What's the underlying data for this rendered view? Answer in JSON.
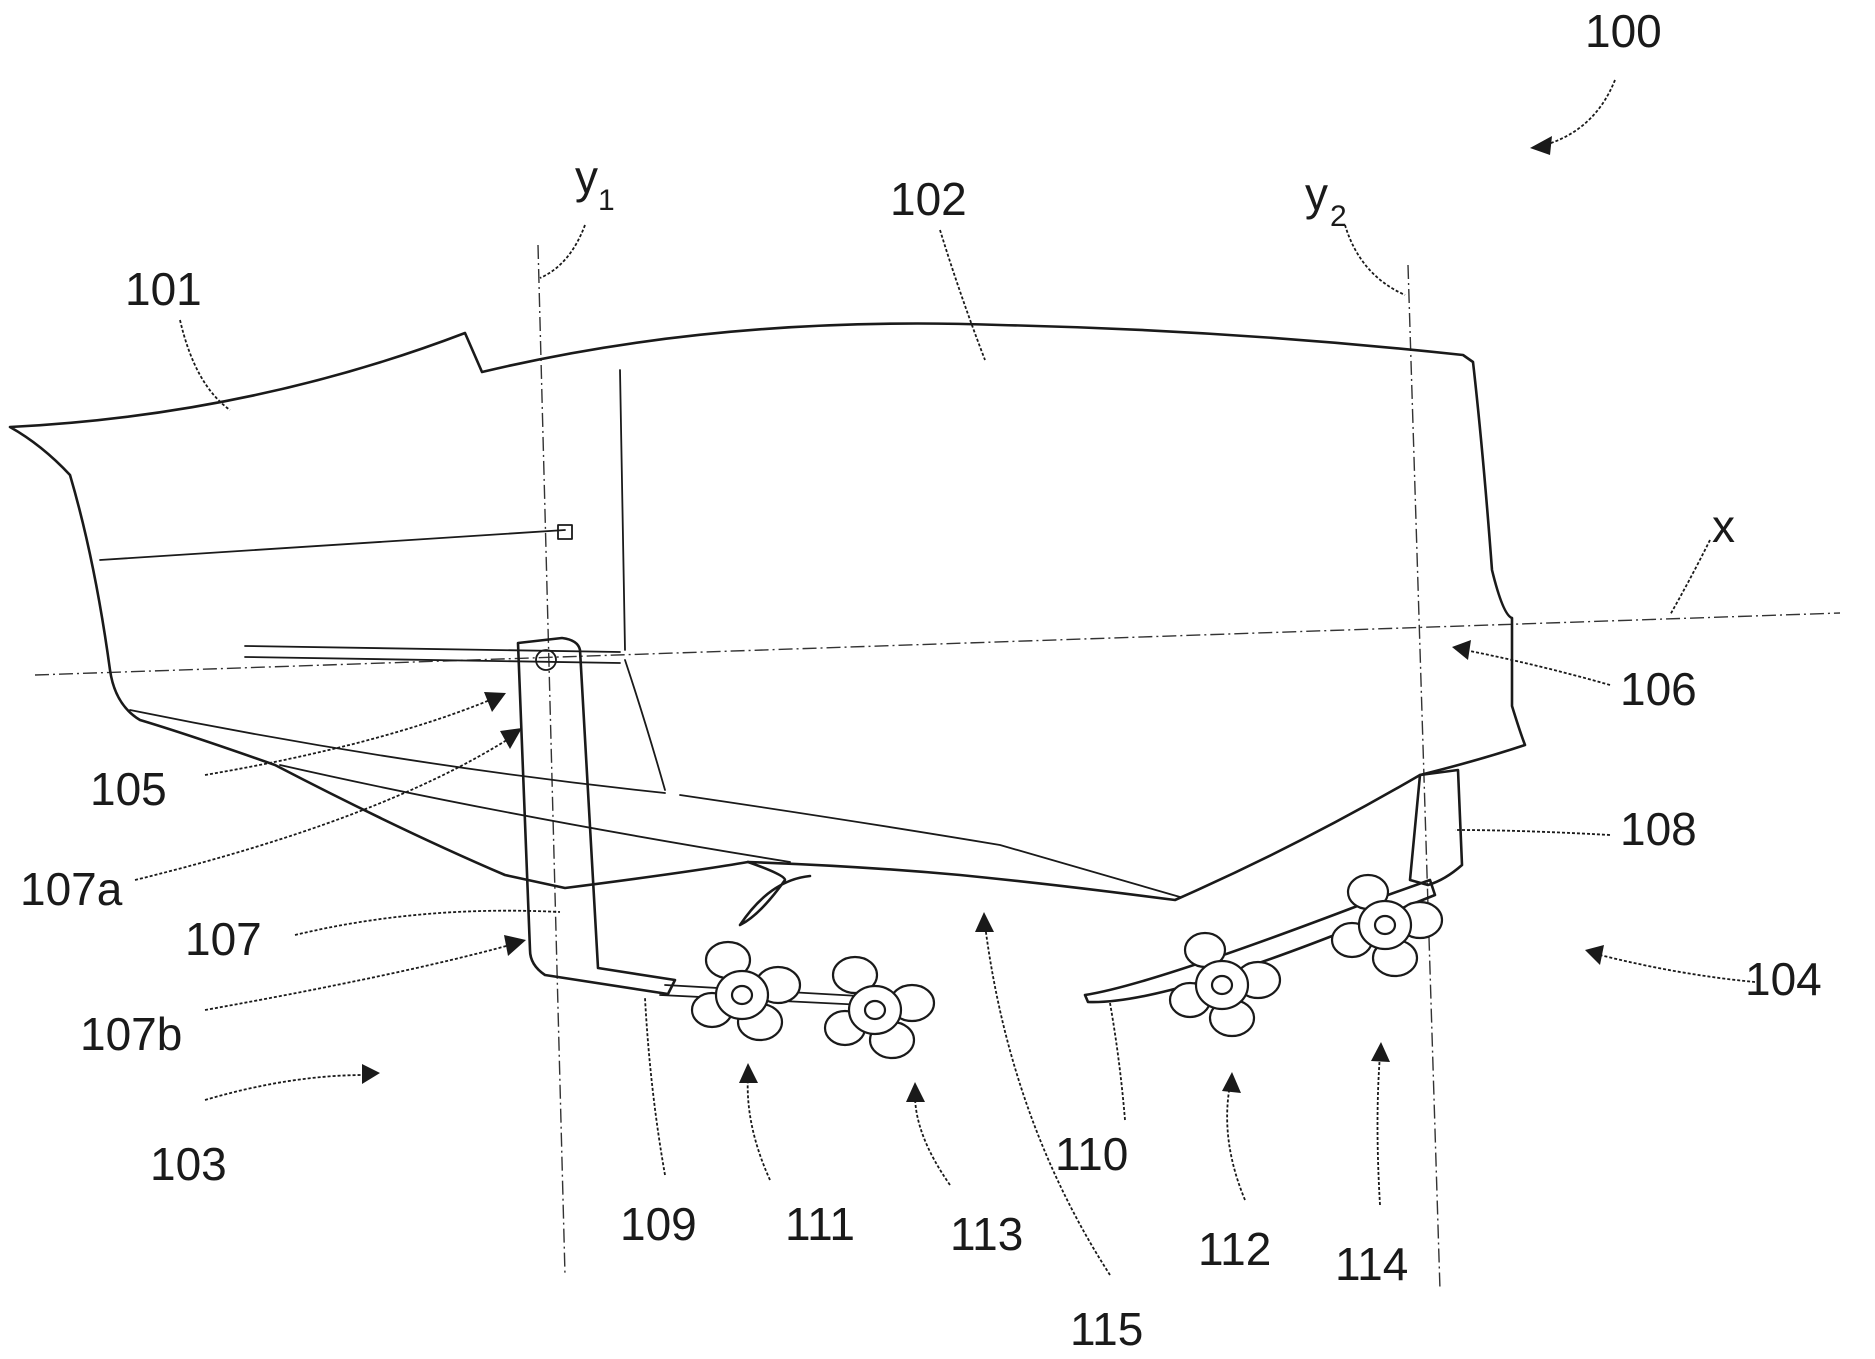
{
  "figure_number": "100",
  "labels": {
    "l100": "100",
    "l101": "101",
    "l102": "102",
    "l103": "103",
    "l104": "104",
    "l105": "105",
    "l106": "106",
    "l107": "107",
    "l107a": "107a",
    "l107b": "107b",
    "l108": "108",
    "l109": "109",
    "l110": "110",
    "l111": "111",
    "l112": "112",
    "l113": "113",
    "l114": "114",
    "l115": "115",
    "x": "x",
    "y1_base": "y",
    "y1_sub": "1",
    "y2_base": "y",
    "y2_sub": "2"
  }
}
